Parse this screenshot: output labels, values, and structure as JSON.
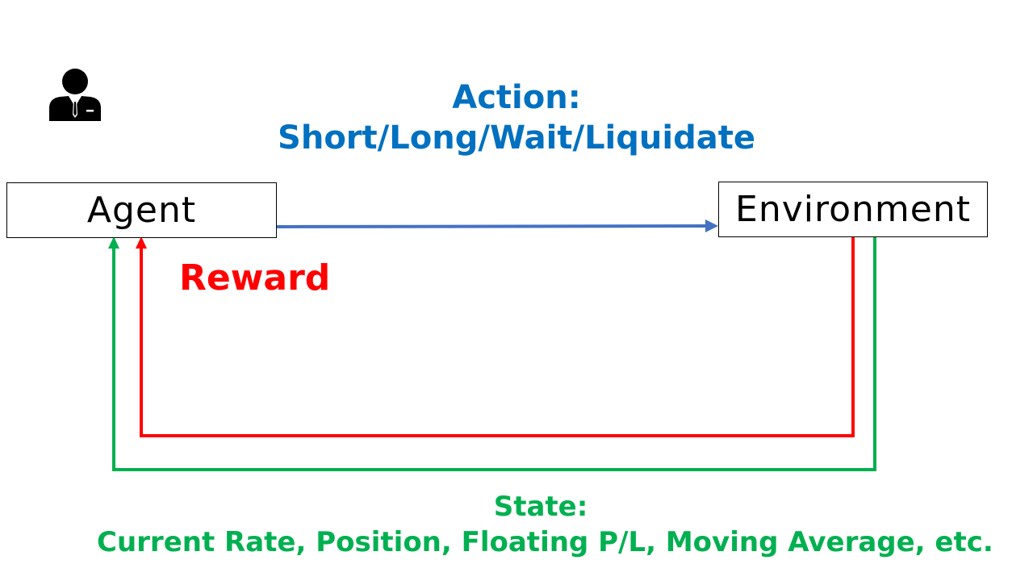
{
  "agent": {
    "label": "Agent"
  },
  "environment": {
    "label": "Environment"
  },
  "action": {
    "line1": "Action:",
    "line2": "Short/Long/Wait/Liquidate",
    "color": "#0070C0"
  },
  "reward": {
    "label": "Reward",
    "color": "#FF0000"
  },
  "state": {
    "line1": "State:",
    "line2": "Current Rate, Position, Floating P/L, Moving Average, etc.",
    "color": "#00B050"
  },
  "arrow_action_color": "#4472C4",
  "icons": {
    "agent_icon": "businessman-icon"
  }
}
